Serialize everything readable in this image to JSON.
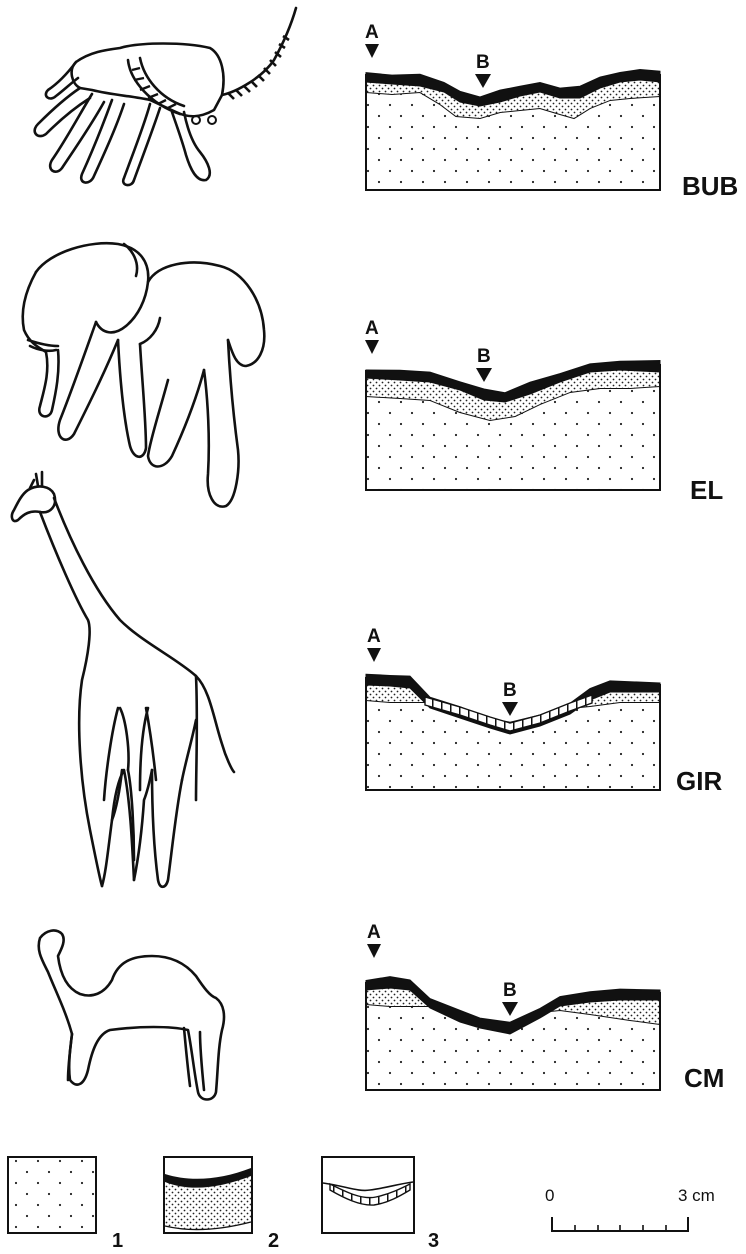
{
  "profiles": [
    {
      "code": "BUB",
      "marker_a": "A",
      "marker_b": "B"
    },
    {
      "code": "EL",
      "marker_a": "A",
      "marker_b": "B"
    },
    {
      "code": "GIR",
      "marker_a": "A",
      "marker_b": "B"
    },
    {
      "code": "CM",
      "marker_a": "A",
      "marker_b": "B"
    }
  ],
  "legend": [
    {
      "label": "1"
    },
    {
      "label": "2"
    },
    {
      "label": "3"
    }
  ],
  "scale_bar": {
    "start": "0",
    "end": "3 cm"
  },
  "colors": {
    "ink": "#111111",
    "paper": "#ffffff"
  }
}
